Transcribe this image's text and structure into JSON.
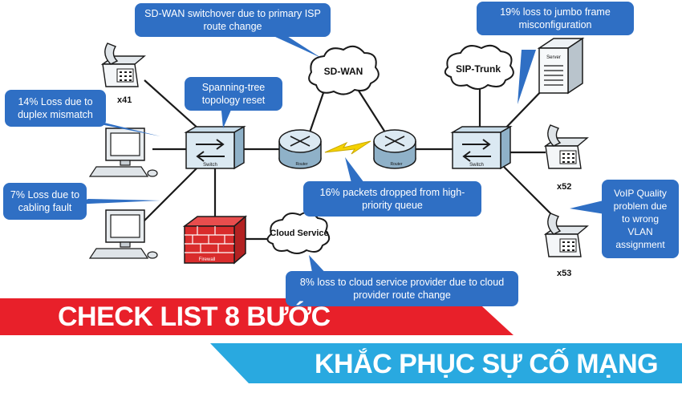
{
  "callouts": {
    "sdwan_switchover": "SD-WAN switchover due to primary ISP route change",
    "jumbo_frame": "19% loss to jumbo frame misconfiguration",
    "duplex": "14% Loss due to duplex mismatch",
    "spanning_tree": "Spanning-tree topology reset",
    "cabling": "7% Loss due to cabling fault",
    "priority_queue": "16% packets dropped from high-priority queue",
    "voip_vlan": "VoIP Quality problem due to wrong VLAN assignment",
    "cloud_provider": "8% loss to cloud service provider due to cloud provider route change"
  },
  "nodes": {
    "sdwan_cloud": "SD-WAN",
    "sip_trunk_cloud": "SIP-Trunk",
    "cloud_service": "Cloud Service",
    "switch_left": "Switch",
    "switch_right": "Switch",
    "router": "Router",
    "firewall": "Firewall",
    "server": "Server",
    "phone_x41": "x41",
    "phone_x52": "x52",
    "phone_x53": "x53"
  },
  "banner": {
    "line1": "CHECK LIST 8 BƯỚC",
    "line2": "KHẮC PHỤC SỰ CỐ MẠNG",
    "red": "#e8202a",
    "blue": "#29a9e0"
  },
  "colors": {
    "callout": "#2f6fc4",
    "link": "#1a1a1a",
    "lightning": "#f5d200"
  }
}
